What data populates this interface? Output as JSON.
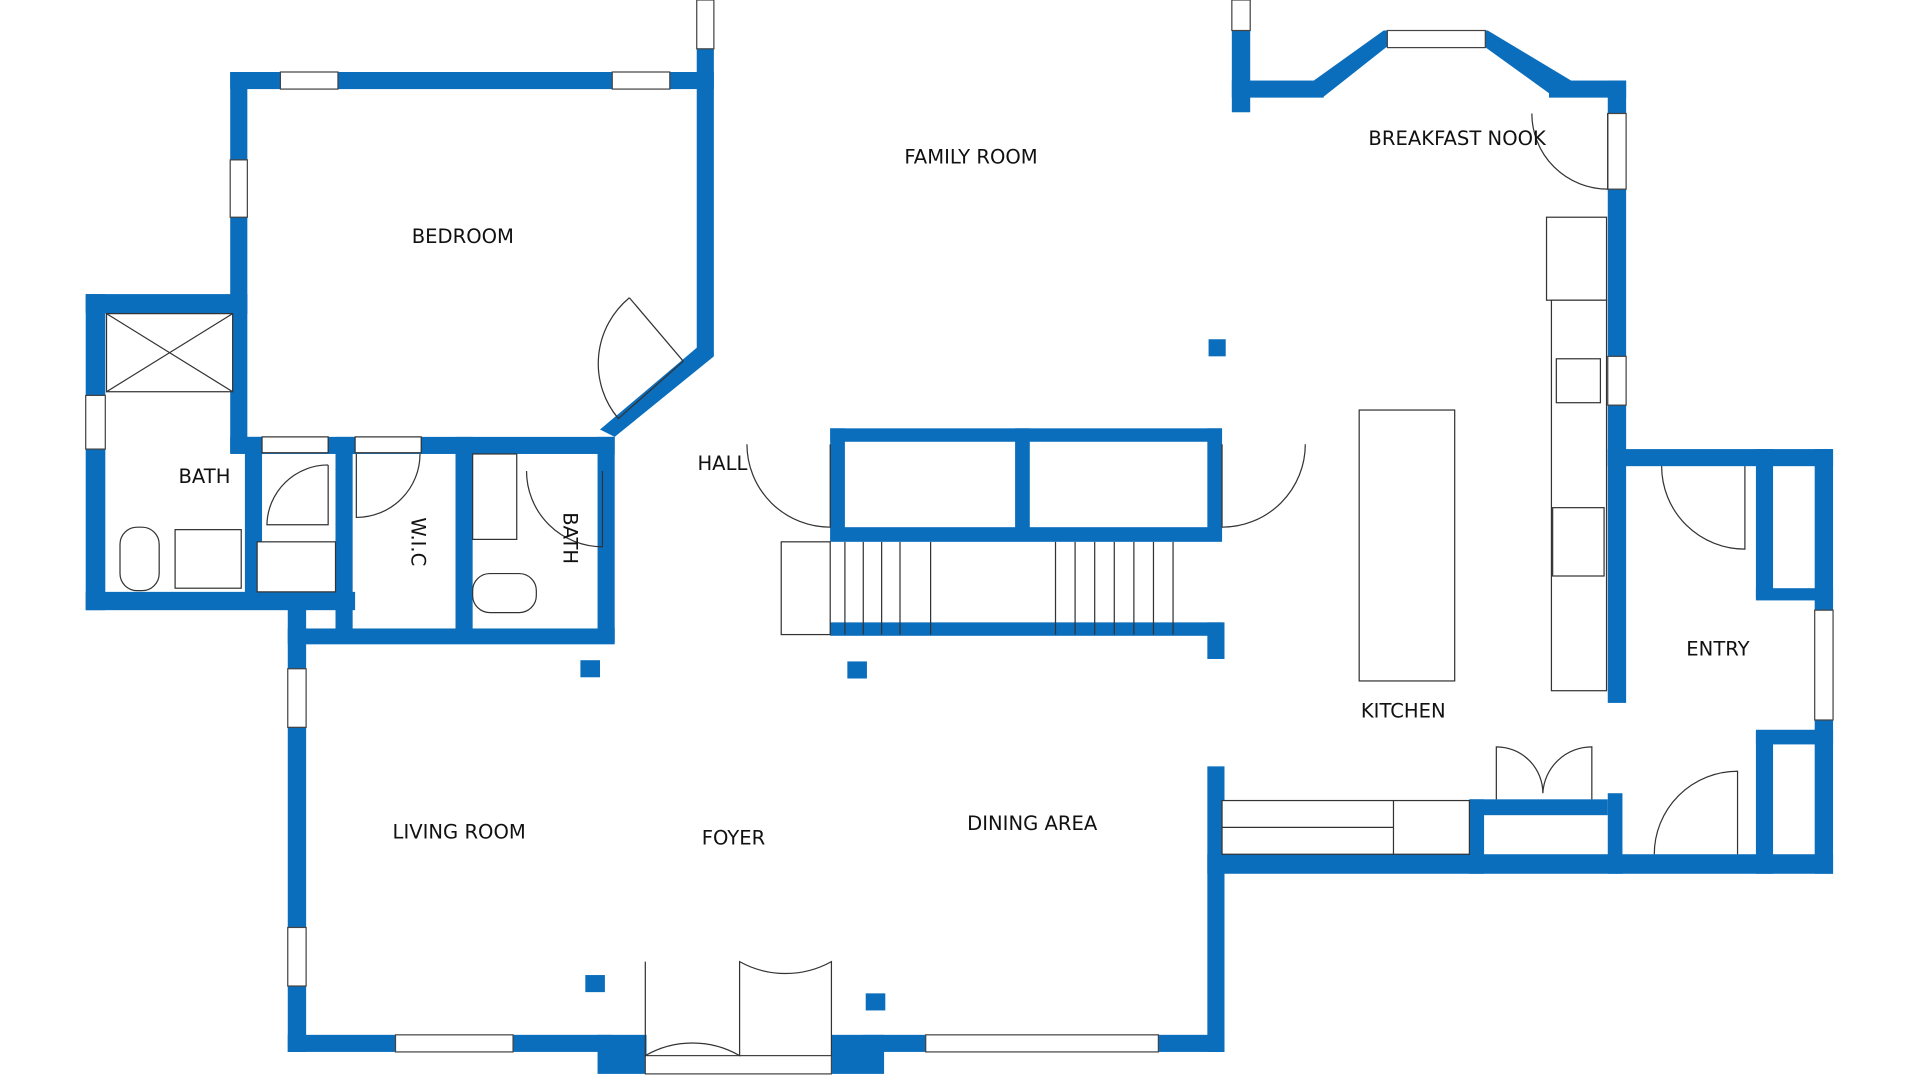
{
  "plan": {
    "wall_color": "#0b6ebd",
    "rooms": {
      "family_room": "FAMILY ROOM",
      "breakfast_nook": "BREAKFAST NOOK",
      "bedroom": "BEDROOM",
      "bath_left": "BATH",
      "wic": "W.I.C",
      "bath_small": "BATH",
      "hall": "HALL",
      "kitchen": "KITCHEN",
      "entry": "ENTRY",
      "living_room": "LIVING ROOM",
      "foyer": "FOYER",
      "dining_area": "DINING AREA"
    }
  }
}
